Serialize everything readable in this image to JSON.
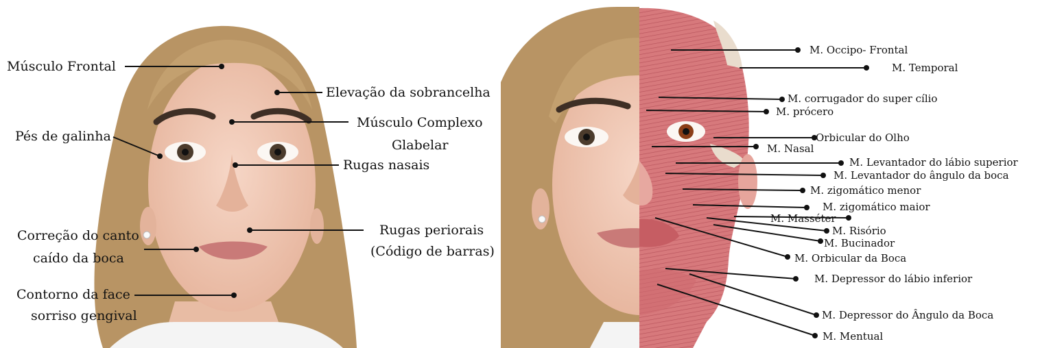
{
  "colors": {
    "background": "#ffffff",
    "skin": "#efc7b2",
    "hair": "#b89464",
    "muscle": "#d7797c",
    "label_line": "#111111"
  },
  "left_panel": {
    "labels": {
      "frontal": "Músculo Frontal",
      "sobrancelha": "Elevação da sobrancelha",
      "complexo_glabelar_1": "Músculo Complexo",
      "complexo_glabelar_2": "Glabelar",
      "pes_galinha": "Pés de galinha",
      "rugas_nasais": "Rugas nasais",
      "periorais_1": "Rugas periorais",
      "periorais_2": "(Código de barras)",
      "canto_boca_1": "Correção do canto",
      "canto_boca_2": "caído da boca",
      "contorno_1": "Contorno da face",
      "contorno_2": "sorriso gengival"
    }
  },
  "right_panel": {
    "labels": {
      "occipo_frontal": "M. Occipo- Frontal",
      "temporal": "M. Temporal",
      "corrugador": "M. corrugador do super cílio",
      "procero": "M. prócero",
      "orbicular_olho": "Orbicular do Olho",
      "nasal": "M. Nasal",
      "levantador_labio": "M. Levantador do lábio superior",
      "levantador_angulo": "M. Levantador do ângulo da boca",
      "zigomatico_menor": "M. zigomático menor",
      "zigomatico_maior": "M. zigomático maior",
      "masseter": "M. Masséter",
      "risorio": "M. Risório",
      "bucinador": "M. Bucinador",
      "orbicular_boca": "M. Orbicular da Boca",
      "depressor_labio": "M. Depressor do lábio inferior",
      "depressor_angulo": "M. Depressor do Ângulo da Boca",
      "mentual": "M. Mentual"
    }
  }
}
